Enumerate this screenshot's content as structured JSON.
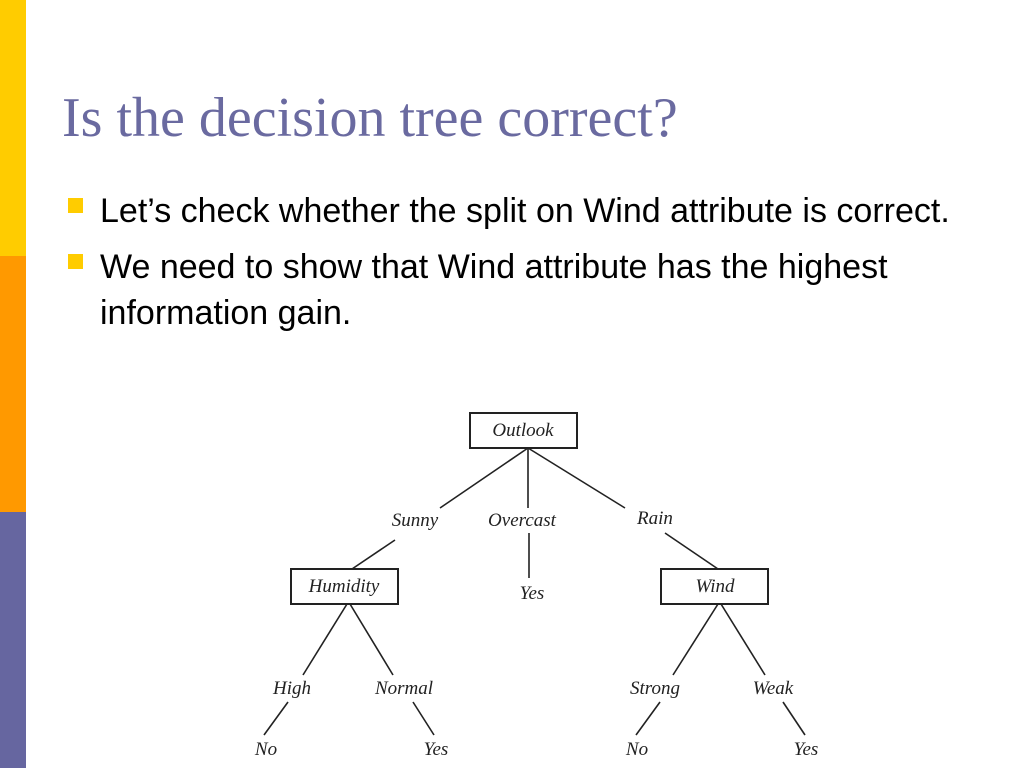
{
  "slide": {
    "title": "Is the decision tree correct?",
    "bullets": [
      "Let’s check whether the split on Wind attribute is correct.",
      "We need to show that Wind attribute has the highest information gain."
    ]
  },
  "colors": {
    "sidebar_top": "#ffcc00",
    "sidebar_middle": "#ff9900",
    "sidebar_bottom": "#6666a0",
    "title": "#6a6aa0",
    "bullet": "#ffcc00"
  },
  "tree": {
    "root": "Outlook",
    "branches": {
      "sunny": "Sunny",
      "overcast": "Overcast",
      "rain": "Rain",
      "high": "High",
      "normal": "Normal",
      "strong": "Strong",
      "weak": "Weak"
    },
    "nodes": {
      "humidity": "Humidity",
      "wind": "Wind"
    },
    "leaves": {
      "overcast_yes": "Yes",
      "high_no": "No",
      "normal_yes": "Yes",
      "strong_no": "No",
      "weak_yes": "Yes"
    }
  }
}
